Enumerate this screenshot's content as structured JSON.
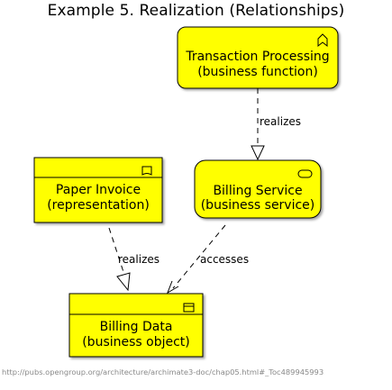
{
  "title": "Example 5. Realization (Relationships)",
  "footer_url": "http://pubs.opengroup.org/architecture/archimate3-doc/chap05.html#_Toc489945993",
  "colors": {
    "element_fill": "#ffff00",
    "stroke": "#000000",
    "url_text": "#888888"
  },
  "elements": {
    "transaction_processing": {
      "name": "Transaction Processing",
      "type": "(business function)",
      "icon": "business-function-icon"
    },
    "billing_service": {
      "name": "Billing Service",
      "type": "(business service)",
      "icon": "business-service-icon"
    },
    "paper_invoice": {
      "name": "Paper Invoice",
      "type": "(representation)",
      "icon": "representation-icon"
    },
    "billing_data": {
      "name": "Billing Data",
      "type": "(business object)",
      "icon": "business-object-icon"
    }
  },
  "relationships": {
    "tp_realizes_bs": "realizes",
    "pi_realizes_bd": "realizes",
    "bs_accesses_bd": "accesses"
  }
}
